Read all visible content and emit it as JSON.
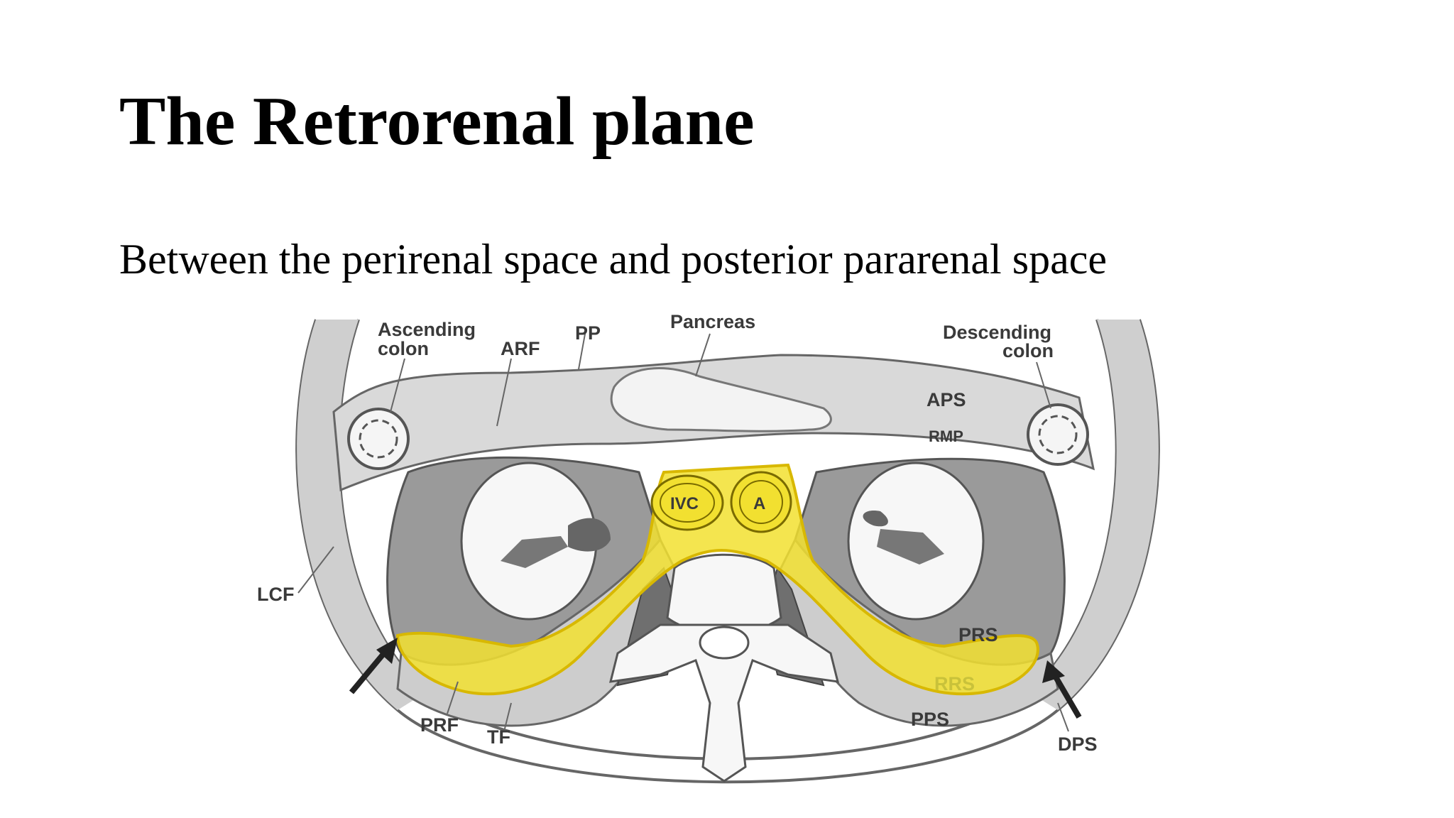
{
  "slide": {
    "title": "The Retrorenal plane",
    "subtitle": "Between the perirenal space and posterior pararenal space"
  },
  "diagram": {
    "labels": {
      "ascending_colon_1": "Ascending",
      "ascending_colon_2": "colon",
      "arf": "ARF",
      "pp": "PP",
      "pancreas": "Pancreas",
      "descending_colon_1": "Descending",
      "descending_colon_2": "colon",
      "aps": "APS",
      "rmp": "RMP",
      "ivc": "IVC",
      "a": "A",
      "lcf": "LCF",
      "prs": "PRS",
      "rrs": "RRS",
      "pps": "PPS",
      "prf": "PRF",
      "tf": "TF",
      "dps": "DPS"
    },
    "colors": {
      "highlight": "#f2e030",
      "highlight_edge": "#d8b800",
      "perirenal": "#9a9a9a",
      "pararenal": "#d6d6d6",
      "outline": "#555555"
    }
  }
}
